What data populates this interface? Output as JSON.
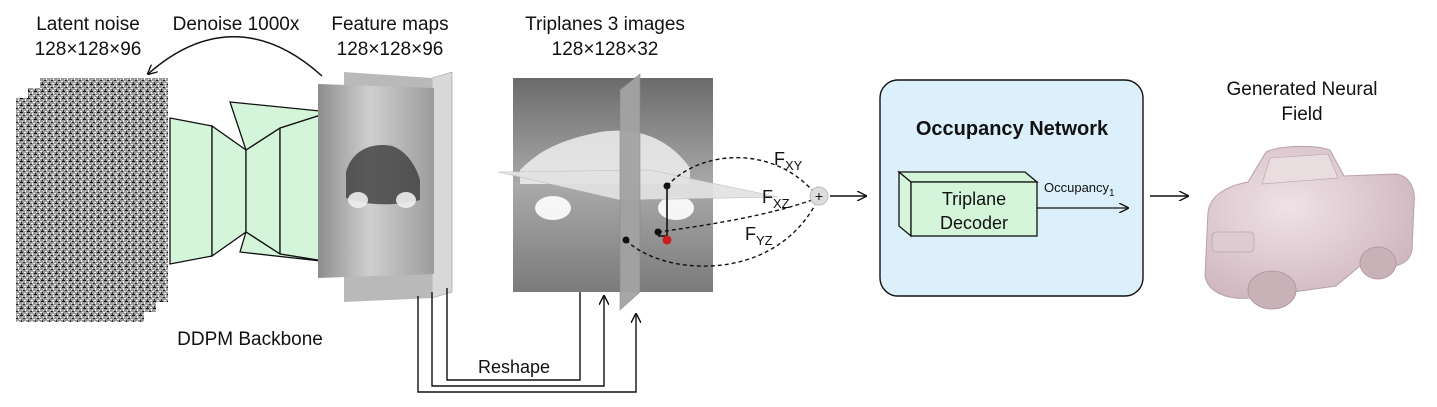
{
  "latent_noise": {
    "title": "Latent noise",
    "dims": "128×128×96"
  },
  "denoise": {
    "label": "Denoise 1000x"
  },
  "feature_maps": {
    "title": "Feature maps",
    "dims": "128×128×96"
  },
  "backbone": {
    "label": "DDPM Backbone"
  },
  "triplanes": {
    "title": "Triplanes 3 images",
    "dims": "128×128×32"
  },
  "reshape": {
    "label": "Reshape"
  },
  "features": {
    "fxy": "F",
    "fxy_sub": "XY",
    "fxz": "F",
    "fxz_sub": "XZ",
    "fyz": "F",
    "fyz_sub": "YZ",
    "sum": "+"
  },
  "occupancy": {
    "title": "Occupancy Network",
    "decoder_line1": "Triplane",
    "decoder_line2": "Decoder",
    "output": "Occupancy",
    "output_sub": "1"
  },
  "result": {
    "line1": "Generated Neural",
    "line2": "Field"
  },
  "colors": {
    "green": "#d4f5d9",
    "panel": "#dcf0fb",
    "marker": "#c81e1e"
  }
}
